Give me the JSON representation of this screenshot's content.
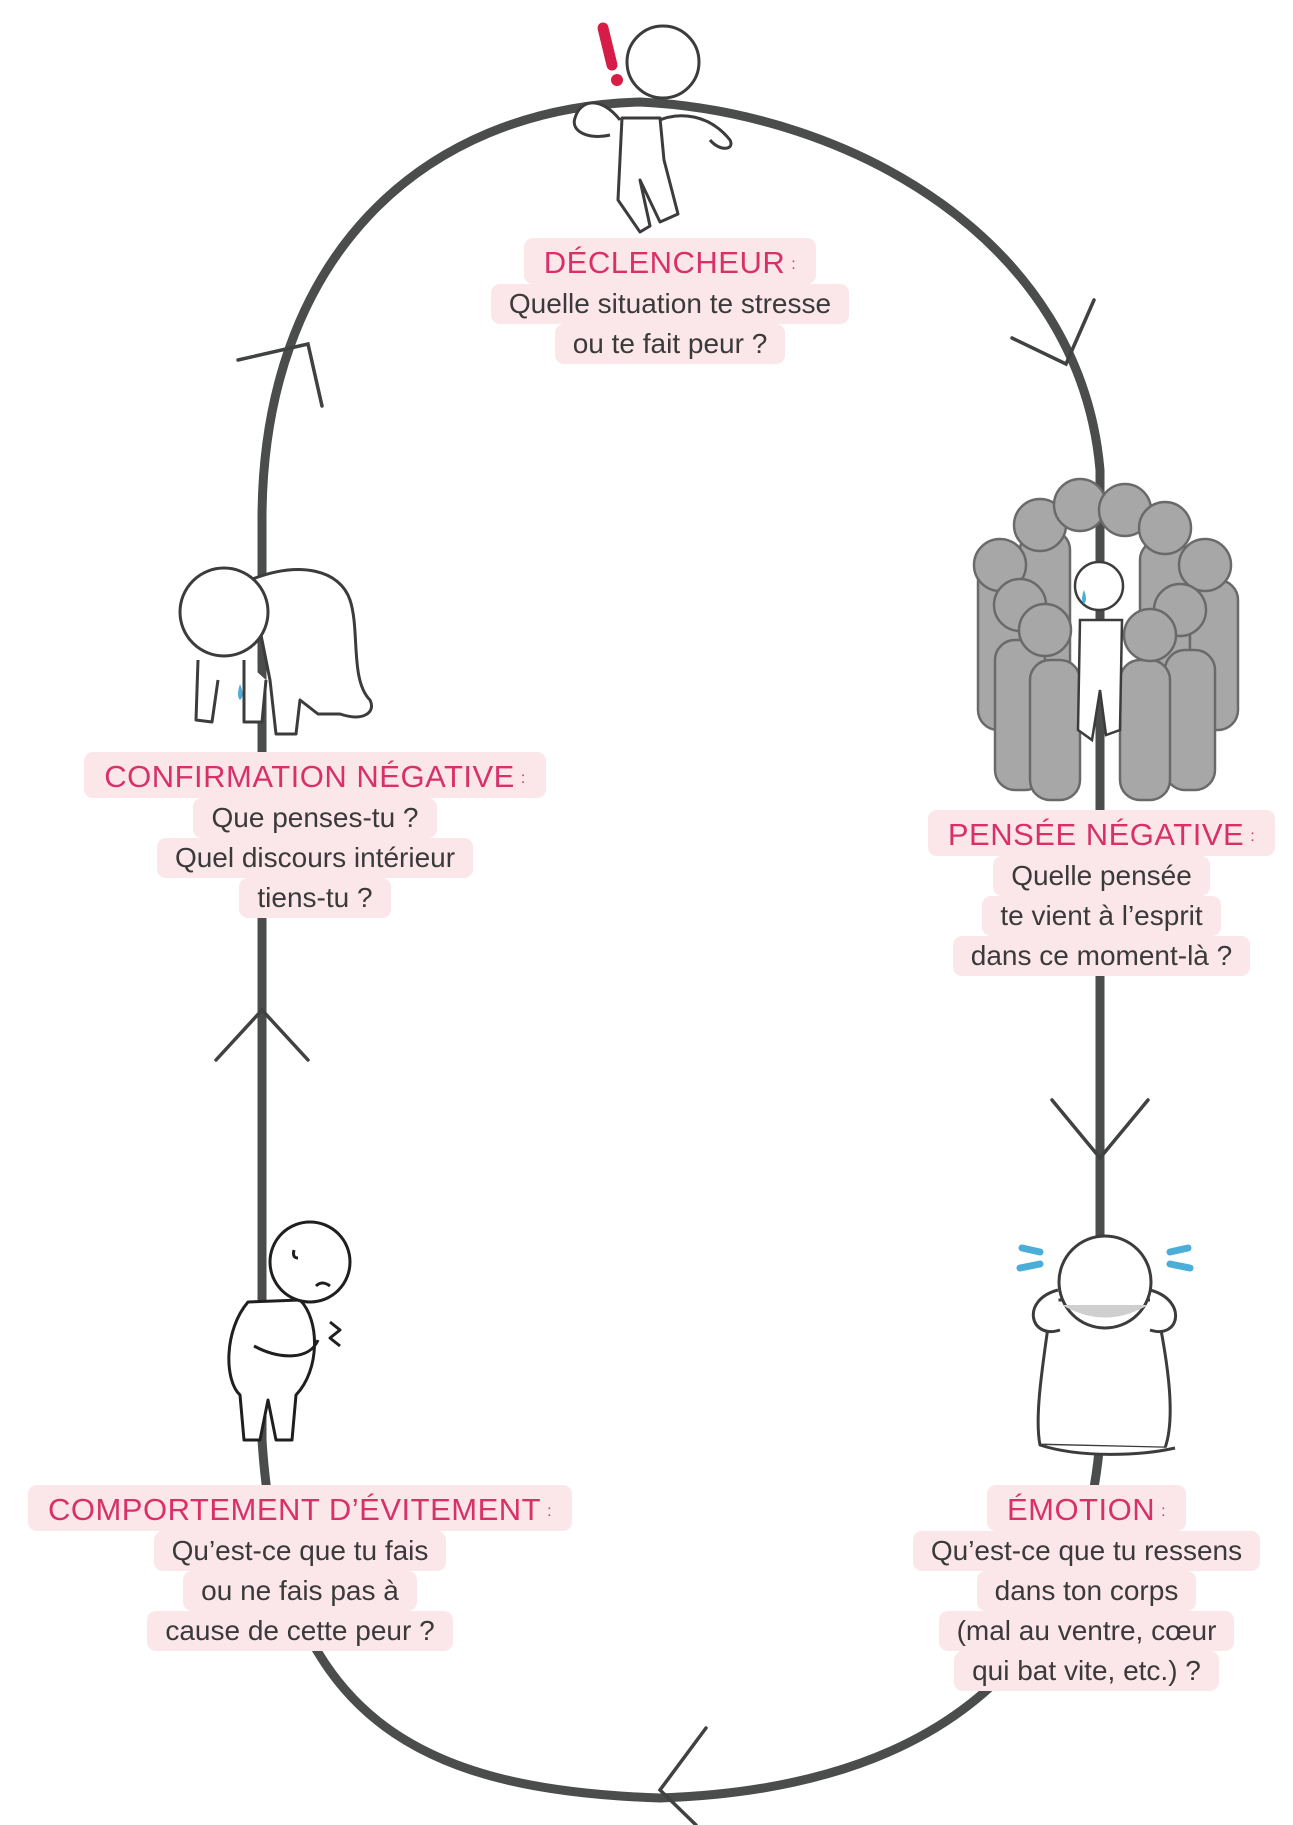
{
  "colors": {
    "heading": "#d8316a",
    "label_background": "#fbe6ea",
    "body_text": "#3a3a3a",
    "cycle_line": "#4a4d4c",
    "alert": "#d61d47",
    "tears": "#4aaed9",
    "figure_fill_grey": "#a7a7a7"
  },
  "diagram": {
    "flow_direction": "clockwise",
    "nodes": [
      {
        "id": "trigger",
        "heading": "DÉCLENCHEUR",
        "colon": ":",
        "lines": [
          "Quelle situation te stresse",
          "ou te fait peur ?"
        ],
        "illustration": "startled-figure-with-exclamation"
      },
      {
        "id": "thought",
        "heading": "PENSÉE NÉGATIVE",
        "colon": ":",
        "lines": [
          "Quelle pensée",
          "te vient à l’esprit",
          "dans ce moment-là ?"
        ],
        "illustration": "small-figure-surrounded-by-crowd"
      },
      {
        "id": "emotion",
        "heading": "ÉMOTION",
        "colon": ":",
        "lines": [
          "Qu’est-ce que tu ressens",
          "dans ton corps",
          "(mal au ventre, cœur",
          "qui bat vite, etc.) ?"
        ],
        "illustration": "kneeling-figure-holding-head-crying"
      },
      {
        "id": "avoid",
        "heading": "COMPORTEMENT D’ÉVITEMENT",
        "colon": ":",
        "lines": [
          "Qu’est-ce que tu fais",
          "ou ne fais pas à",
          "cause de cette peur ?"
        ],
        "illustration": "figure-holding-stomach"
      },
      {
        "id": "confirm",
        "heading": "CONFIRMATION NÉGATIVE",
        "colon": ":",
        "lines": [
          "Que penses-tu ?",
          "Quel discours intérieur",
          "tiens-tu ?"
        ],
        "illustration": "figure-on-hands-and-knees-crying"
      }
    ]
  }
}
